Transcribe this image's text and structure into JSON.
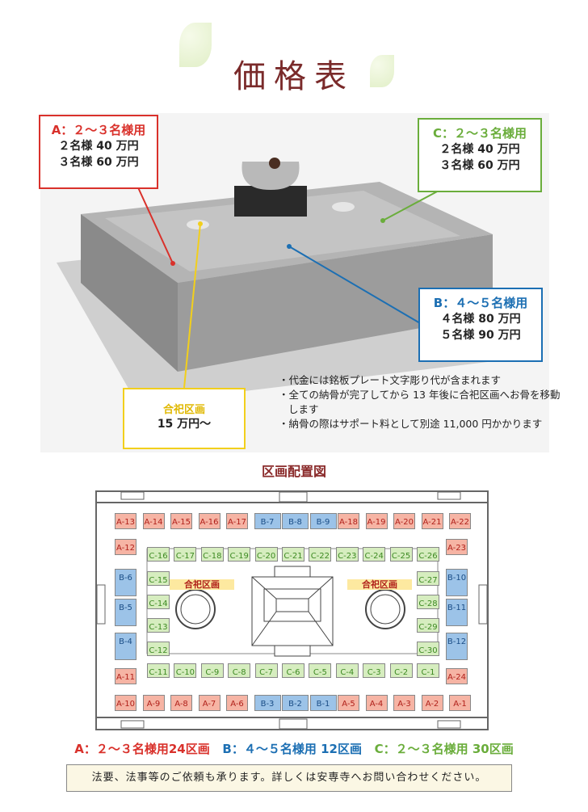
{
  "title": "価格表",
  "callouts": {
    "a": {
      "heading": "A：２〜３名様用",
      "line1": "２名様 40 万円",
      "line2": "３名様 60 万円",
      "color": "#d9312b"
    },
    "c": {
      "heading": "C：２〜３名様用",
      "line1": "２名様 40 万円",
      "line2": "３名様 60 万円",
      "color": "#6aad3b"
    },
    "b": {
      "heading": "B：４〜５名様用",
      "line1": "４名様 80 万円",
      "line2": "５名様 90 万円",
      "color": "#1c6fb3"
    },
    "gou": {
      "heading": "合祀区画",
      "line1": "15 万円〜",
      "color": "#f2cf1c"
    }
  },
  "notes": [
    "・代金には銘板プレート文字彫り代が含まれます",
    "・全ての納骨が完了してから 13 年後に合祀区画へお骨を移動します",
    "・納骨の際はサポート料として別途 11,000 円かかります"
  ],
  "map": {
    "title": "区画配置図",
    "zone_label": "合祀区画",
    "top_row": [
      "A-13",
      "A-14",
      "A-15",
      "A-16",
      "A-17",
      "B-7",
      "B-8",
      "B-9",
      "A-18",
      "A-19",
      "A-20",
      "A-21",
      "A-22"
    ],
    "bottom_row": [
      "A-10",
      "A-9",
      "A-8",
      "A-7",
      "A-6",
      "B-3",
      "B-2",
      "B-1",
      "A-5",
      "A-4",
      "A-3",
      "A-2",
      "A-1"
    ],
    "left_col": [
      "A-12",
      "B-6",
      "B-5",
      "B-4",
      "A-11"
    ],
    "right_col": [
      "A-23",
      "B-10",
      "B-11",
      "B-12",
      "A-24"
    ],
    "c_top": [
      "C-16",
      "C-17",
      "C-18",
      "C-19",
      "C-20",
      "C-21",
      "C-22",
      "C-23",
      "C-24",
      "C-25",
      "C-26"
    ],
    "c_bottom": [
      "C-11",
      "C-10",
      "C-9",
      "C-8",
      "C-7",
      "C-6",
      "C-5",
      "C-4",
      "C-3",
      "C-2",
      "C-1"
    ],
    "c_left": [
      "C-15",
      "C-14",
      "C-13",
      "C-12"
    ],
    "c_right": [
      "C-27",
      "C-28",
      "C-29",
      "C-30"
    ]
  },
  "legend": {
    "a": "A：２〜３名様用24区画",
    "b": "B：４〜５名様用 12区画",
    "c": "C：２〜３名様用 30区画",
    "colors": {
      "a": "#d9312b",
      "b": "#1c6fb3",
      "c": "#6aad3b"
    }
  },
  "footer": "法要、法事等のご依頼も承ります。詳しくは安専寺へお問い合わせください。"
}
